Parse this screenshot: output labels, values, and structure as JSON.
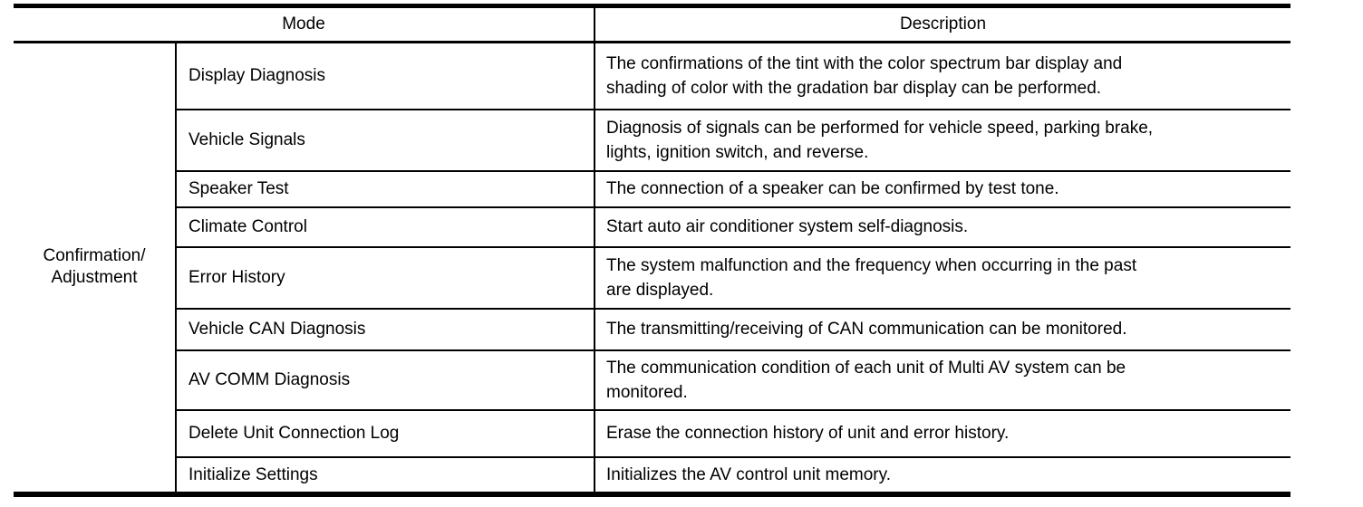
{
  "table": {
    "headers": {
      "mode": "Mode",
      "description": "Description"
    },
    "group": {
      "lines": [
        "Confirmation/",
        "Adjustment"
      ]
    },
    "rows": [
      {
        "mode": "Display Diagnosis",
        "description": "The confirmations of the tint with the color spectrum bar display and\nshading of color with the gradation bar display can be performed."
      },
      {
        "mode": "Vehicle Signals",
        "description": "Diagnosis of signals can be performed for vehicle speed, parking brake,\nlights, ignition switch, and reverse."
      },
      {
        "mode": "Speaker Test",
        "description": "The connection of a speaker can be confirmed by test tone."
      },
      {
        "mode": "Climate Control",
        "description": "Start auto air conditioner system self-diagnosis."
      },
      {
        "mode": "Error History",
        "description": "The system malfunction and the frequency when occurring in the past\nare displayed."
      },
      {
        "mode": "Vehicle CAN Diagnosis",
        "description": "The transmitting/receiving of CAN communication can be monitored."
      },
      {
        "mode": "AV COMM Diagnosis",
        "description": "The communication condition of each unit of Multi AV system can be\nmonitored."
      },
      {
        "mode": "Delete Unit Connection Log",
        "description": "Erase the connection history of unit and error history."
      },
      {
        "mode": "Initialize Settings",
        "description": "Initializes the AV control unit memory."
      }
    ]
  }
}
